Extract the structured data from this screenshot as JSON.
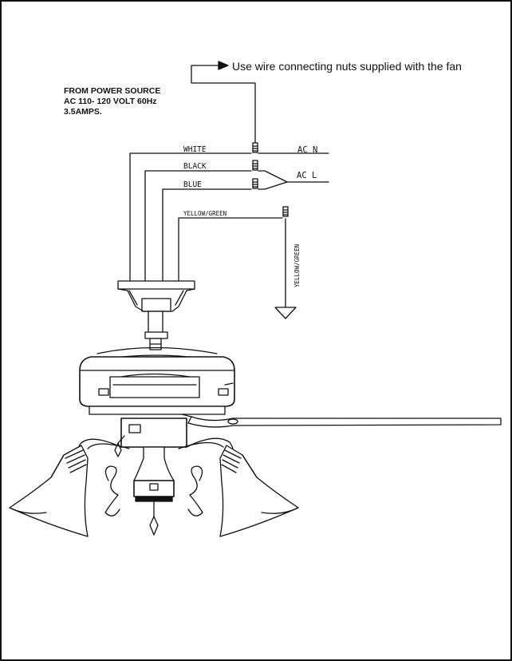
{
  "note": "Use wire connecting nuts supplied with the fan",
  "power_source": {
    "line1": "FROM POWER SOURCE",
    "line2": "AC 110- 120 VOLT 60Hz",
    "line3": "3.5AMPS."
  },
  "wires": {
    "white": "WHITE",
    "black": "BLACK",
    "blue": "BLUE",
    "yellow_green": "YELLOW/GREEN",
    "yellow_green_vertical": "YELLOW/GREEN"
  },
  "supply": {
    "neutral": "AC  N",
    "live": "AC  L"
  }
}
